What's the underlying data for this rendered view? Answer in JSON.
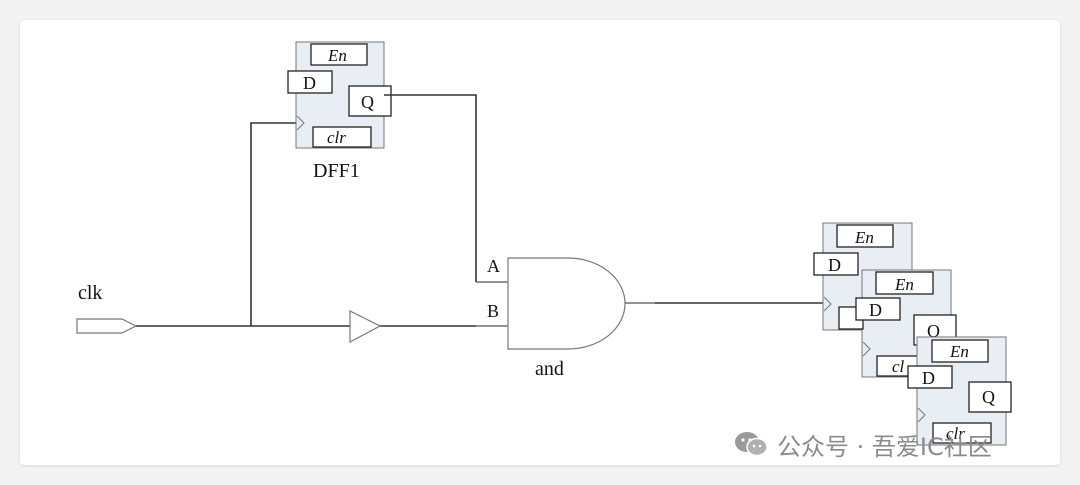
{
  "diagram": {
    "input_label": "clk",
    "dff1": {
      "name": "DFF1",
      "en": "En",
      "d": "D",
      "q": "Q",
      "clr": "clr"
    },
    "and_gate": {
      "name": "and",
      "input_a": "A",
      "input_b": "B"
    },
    "ff2": {
      "en": "En",
      "d": "D"
    },
    "ff3": {
      "en": "En",
      "d": "D",
      "q": "Q",
      "clr": "cl"
    },
    "ff4": {
      "en": "En",
      "d": "D",
      "q": "Q",
      "clr": "clr"
    }
  },
  "watermark": {
    "text": "公众号 · 吾爱IC社区",
    "icon": "wechat-icon"
  },
  "colors": {
    "ff_fill": "#e8eef4",
    "wire": "#333333",
    "watermark": "#8a8a8a"
  }
}
